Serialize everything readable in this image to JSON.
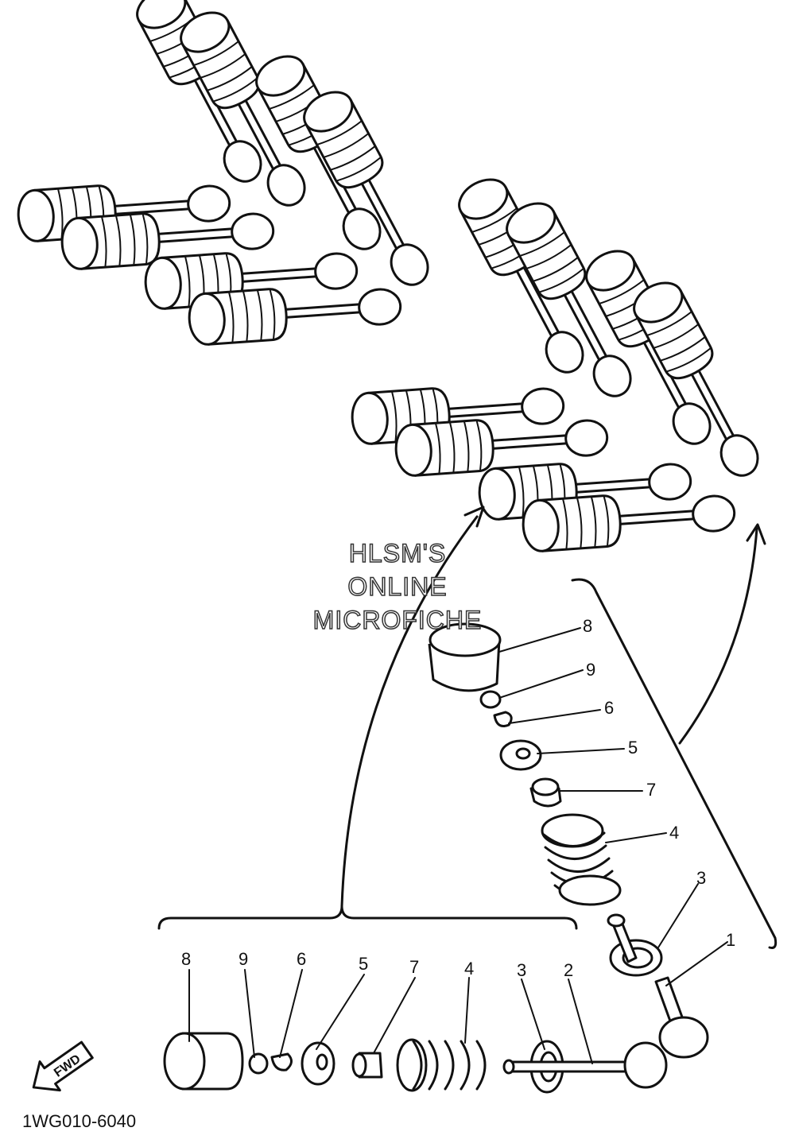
{
  "watermark": {
    "line1": "HLSM'S",
    "line2": "ONLINE",
    "line3": "MICROFICHE"
  },
  "fwd_label": "FWD",
  "diagram_code": "1WG010-6040",
  "callouts_bottom": [
    "8",
    "9",
    "6",
    "5",
    "7",
    "4",
    "3",
    "2"
  ],
  "callouts_right": [
    "8",
    "9",
    "6",
    "5",
    "7",
    "4",
    "3",
    "1"
  ]
}
